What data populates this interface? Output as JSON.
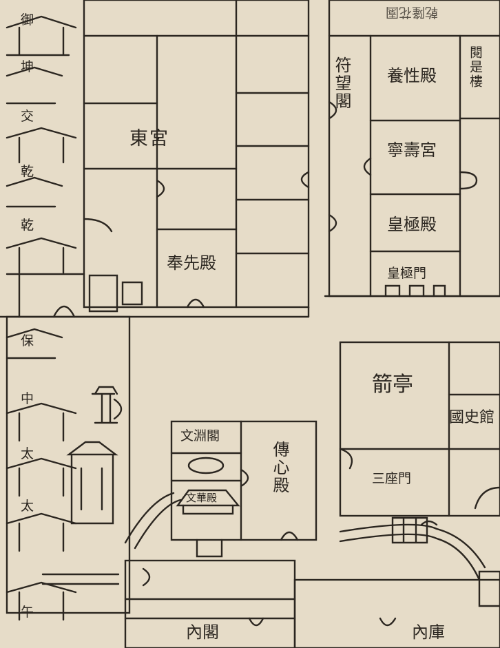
{
  "map": {
    "ink_color": "#2b2620",
    "paper_color": "#e6dcc8",
    "labels": {
      "dong_gong": "東宮",
      "yang_xing_dian": "養性殿",
      "yue_shi_lou": "閱是樓",
      "fu_wang_ge": "符望閣",
      "ning_shou_gong": "寧壽宮",
      "huang_ji_dian": "皇極殿",
      "huang_ji_men": "皇極門",
      "feng_xian_dian": "奉先殿",
      "jian_ting": "箭亭",
      "guo_shi_guan": "國史館",
      "wen_yuan_ge": "文淵閣",
      "wen_hua_dian": "文華殿",
      "chuan_xin_dian": "傳心殿",
      "san_zuo_men": "三座門",
      "nei_ge": "內閣",
      "nei_ku": "內庫",
      "top_partial": "乾隆花園",
      "left_gates": [
        "御",
        "坤",
        "交",
        "乾",
        "乾",
        "保",
        "中",
        "太",
        "太",
        "午"
      ]
    }
  }
}
